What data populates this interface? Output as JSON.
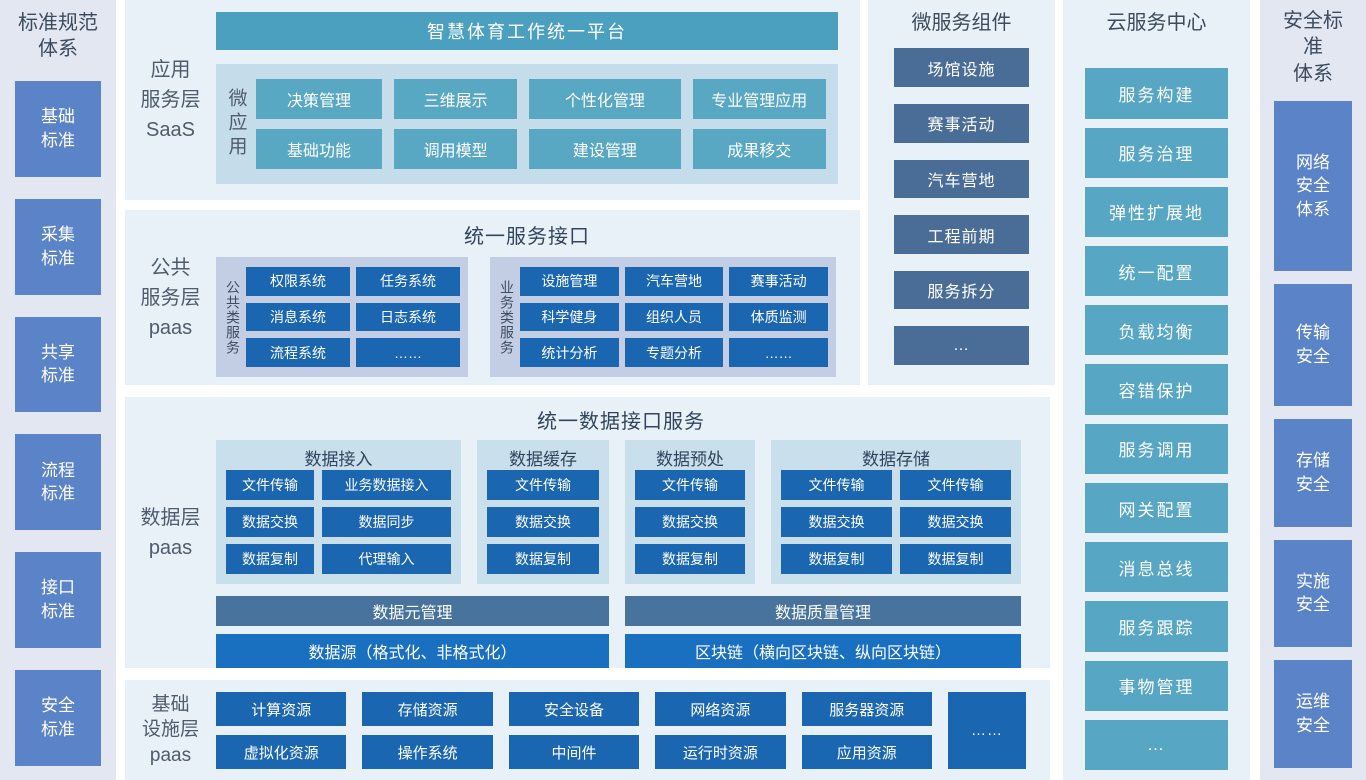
{
  "colors": {
    "panel_azure": "#e8f1f7",
    "panel_lavender": "#e3e7f1",
    "block_lavender": "#5b83c7",
    "header_teal": "#4ba0bf",
    "button_teal": "#58a7c3",
    "inner_box_blue": "#c5ddea",
    "sub_box_periwinkle": "#c3cee4",
    "section_box_blue": "#c9dfec",
    "button_dark_blue": "#1a66b0",
    "bar_slate_blue": "#48739c",
    "bar_bright_blue": "#1a70c0",
    "microservice_slate": "#4a6d97",
    "cloud_teal": "#57a7c4",
    "text_dark": "#3c4b5d"
  },
  "standards_left": {
    "title": "标准规范\n体系",
    "items": [
      "基础\n标准",
      "采集\n标准",
      "共享\n标准",
      "流程\n标准",
      "接口\n标准",
      "安全\n标准"
    ]
  },
  "saas": {
    "layer_label": "应用\n服务层\nSaaS",
    "platform_title": "智慧体育工作统一平台",
    "micro_apps_label": "微应用",
    "apps": [
      "决策管理",
      "三维展示",
      "个性化管理",
      "专业管理应用",
      "基础功能",
      "调用模型",
      "建设管理",
      "成果移交"
    ]
  },
  "public_service": {
    "layer_label": "公共\n服务层\npaas",
    "title": "统一服务接口",
    "common_group": {
      "label": "公共类服务",
      "items": [
        "权限系统",
        "任务系统",
        "消息系统",
        "日志系统",
        "流程系统",
        "……"
      ]
    },
    "business_group": {
      "label": "业务类服务",
      "items": [
        "设施管理",
        "汽车营地",
        "赛事活动",
        "科学健身",
        "组织人员",
        "体质监测",
        "统计分析",
        "专题分析",
        "……"
      ]
    }
  },
  "data_layer": {
    "layer_label": "数据层\npaas",
    "title": "统一数据接口服务",
    "sections": [
      {
        "title": "数据接入",
        "items": [
          "文件传输",
          "业务数据接入",
          "数据交换",
          "数据同步",
          "数据复制",
          "代理输入"
        ]
      },
      {
        "title": "数据缓存",
        "items": [
          "文件传输",
          "数据交换",
          "数据复制"
        ]
      },
      {
        "title": "数据预处",
        "items": [
          "文件传输",
          "数据交换",
          "数据复制"
        ]
      },
      {
        "title": "数据存储",
        "items": [
          "文件传输",
          "文件传输",
          "数据交换",
          "数据交换",
          "数据复制",
          "数据复制"
        ]
      }
    ],
    "bars": {
      "meta": "数据元管理",
      "quality": "数据质量管理",
      "source": "数据源（格式化、非格式化）",
      "blockchain": "区块链（横向区块链、纵向区块链）"
    }
  },
  "infrastructure": {
    "layer_label": "基础\n设施层\npaas",
    "row1": [
      "计算资源",
      "存储资源",
      "安全设备",
      "网络资源",
      "服务器资源"
    ],
    "row2": [
      "虚拟化资源",
      "操作系统",
      "中间件",
      "运行时资源",
      "应用资源"
    ],
    "more": "……"
  },
  "microservices": {
    "title": "微服务组件",
    "items": [
      "场馆设施",
      "赛事活动",
      "汽车营地",
      "工程前期",
      "服务拆分",
      "…"
    ]
  },
  "cloud_center": {
    "title": "云服务中心",
    "items": [
      "服务构建",
      "服务治理",
      "弹性扩展地",
      "统一配置",
      "负载均衡",
      "容错保护",
      "服务调用",
      "网关配置",
      "消息总线",
      "服务跟踪",
      "事物管理",
      "…"
    ]
  },
  "security_right": {
    "title": "安全标准\n体系",
    "items": [
      "网络\n安全\n体系",
      "传输\n安全",
      "存储\n安全",
      "实施\n安全",
      "运维\n安全"
    ]
  }
}
